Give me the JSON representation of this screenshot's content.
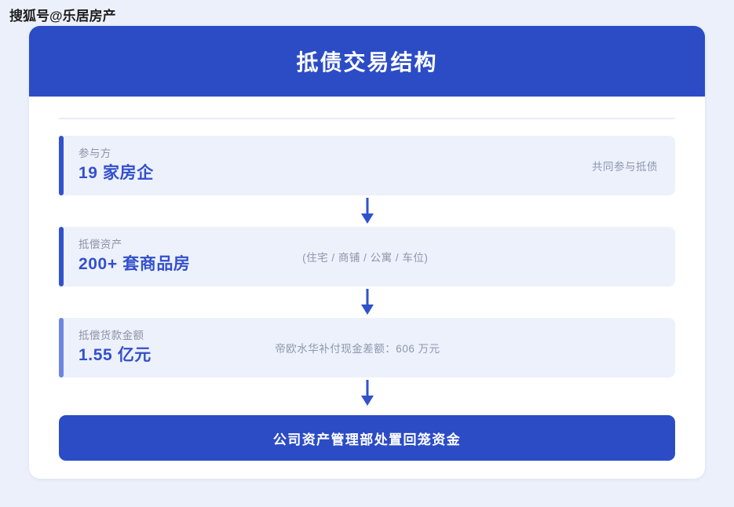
{
  "watermark": "搜狐号@乐居房产",
  "card": {
    "title": "抵债交易结构"
  },
  "flow": {
    "rows": [
      {
        "label": "参与方",
        "value": "19 家房企",
        "note": "共同参与抵债"
      },
      {
        "label": "抵偿资产",
        "value": "200+ 套商品房",
        "note": "(住宅 / 商铺 / 公寓 / 车位)"
      },
      {
        "label": "抵偿货款金额",
        "value": "1.55 亿元",
        "note": "帝欧水华补付现金差额：606 万元"
      }
    ],
    "arrow_icon": "arrow-down-icon"
  },
  "action_bar": {
    "label": "公司资产管理部处置回笼资金"
  },
  "colors": {
    "brand_blue": "#2c4cc6",
    "accent_blue": "#3052cc",
    "accent_blue_soft": "#6b86e0",
    "value_text": "#3250cc",
    "label_text": "#8d92a6",
    "note_text": "#8f95ad",
    "row_bg": "#edf1fc",
    "page_bg": "#ebf0fa",
    "divider": "#e6ecfb"
  }
}
